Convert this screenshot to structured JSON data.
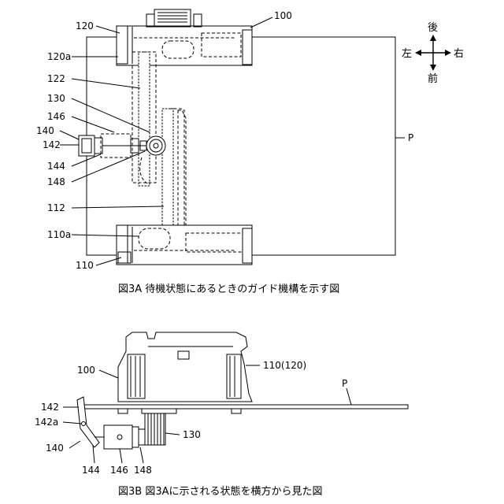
{
  "figure_3a": {
    "caption": "図3A 待機状態にあるときのガイド機構を示す図",
    "labels": {
      "l100": "100",
      "l120": "120",
      "l120a": "120a",
      "l122": "122",
      "l130": "130",
      "l146": "146",
      "l140": "140",
      "l142": "142",
      "l144": "144",
      "l148": "148",
      "l112": "112",
      "l110a": "110a",
      "l110": "110",
      "lP": "P"
    },
    "directions": {
      "back": "後",
      "front": "前",
      "left": "左",
      "right": "右"
    }
  },
  "figure_3b": {
    "caption": "図3B 図3Aに示される状態を横方から見た図",
    "labels": {
      "l100": "100",
      "l110_120": "110(120)",
      "lP": "P",
      "l142": "142",
      "l142a": "142a",
      "l140": "140",
      "l144": "144",
      "l146": "146",
      "l148": "148",
      "l130": "130"
    }
  }
}
